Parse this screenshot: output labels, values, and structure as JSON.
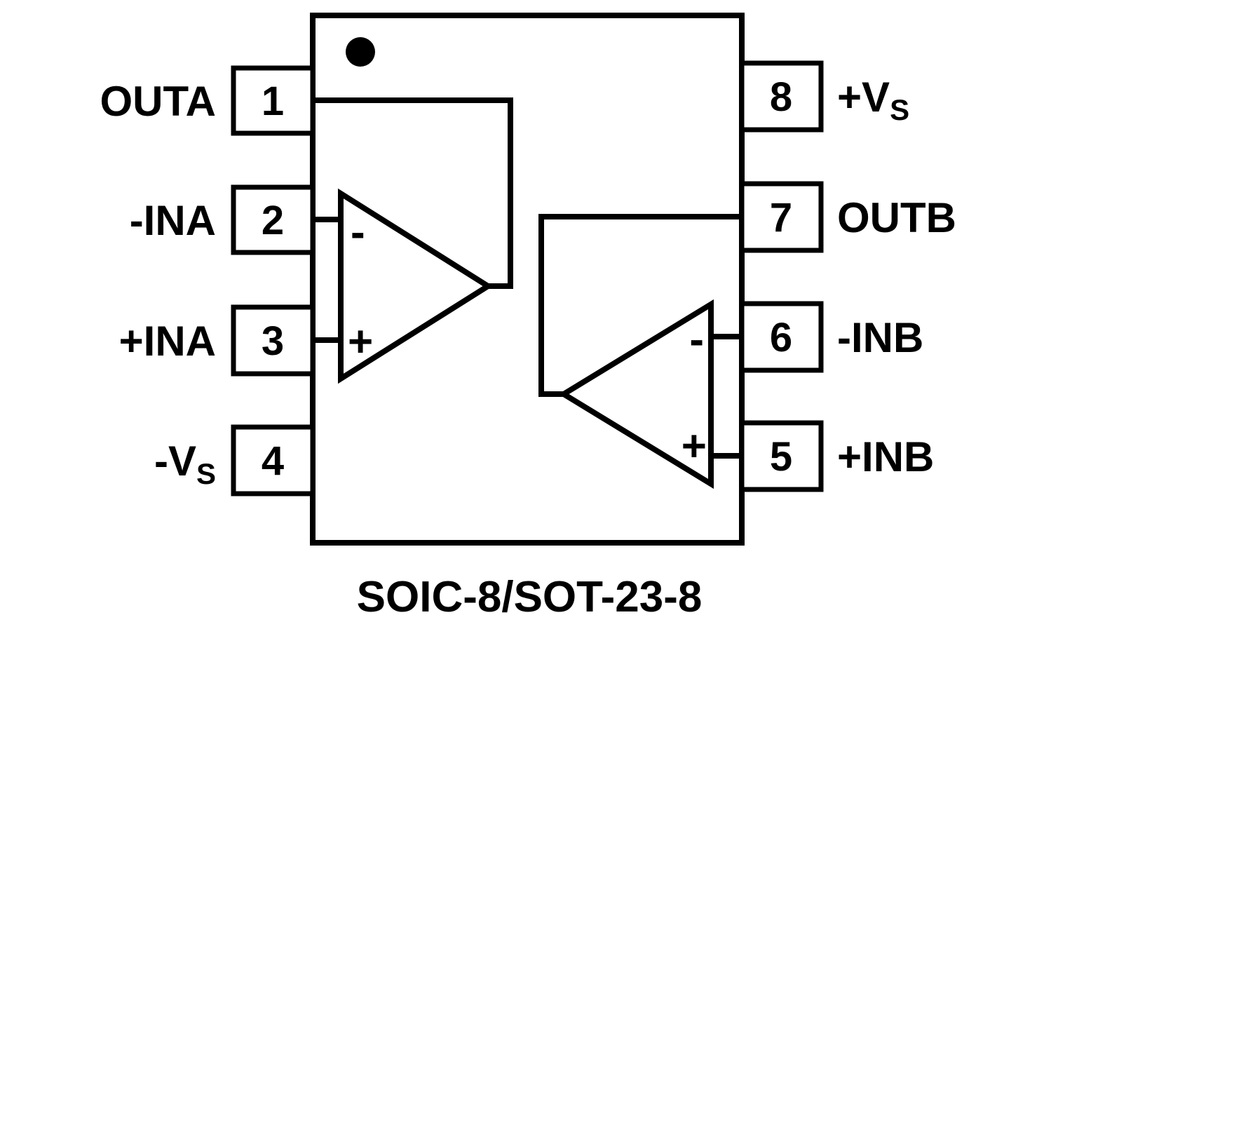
{
  "package": {
    "caption": "SOIC-8/SOT-23-8"
  },
  "pins": {
    "left": [
      {
        "number": "1",
        "name": "OUTA",
        "sub": ""
      },
      {
        "number": "2",
        "name": "-INA",
        "sub": ""
      },
      {
        "number": "3",
        "name": "+INA",
        "sub": ""
      },
      {
        "number": "4",
        "name": "-V",
        "sub": "S"
      }
    ],
    "right": [
      {
        "number": "8",
        "name": "+V",
        "sub": "S"
      },
      {
        "number": "7",
        "name": "OUTB",
        "sub": ""
      },
      {
        "number": "6",
        "name": "-INB",
        "sub": ""
      },
      {
        "number": "5",
        "name": "+INB",
        "sub": ""
      }
    ]
  },
  "opamps": {
    "a": {
      "inverting": "-",
      "noninverting": "+"
    },
    "b": {
      "inverting": "-",
      "noninverting": "+"
    }
  },
  "colors": {
    "line": "#000000",
    "background": "#ffffff",
    "text": "#000000"
  }
}
